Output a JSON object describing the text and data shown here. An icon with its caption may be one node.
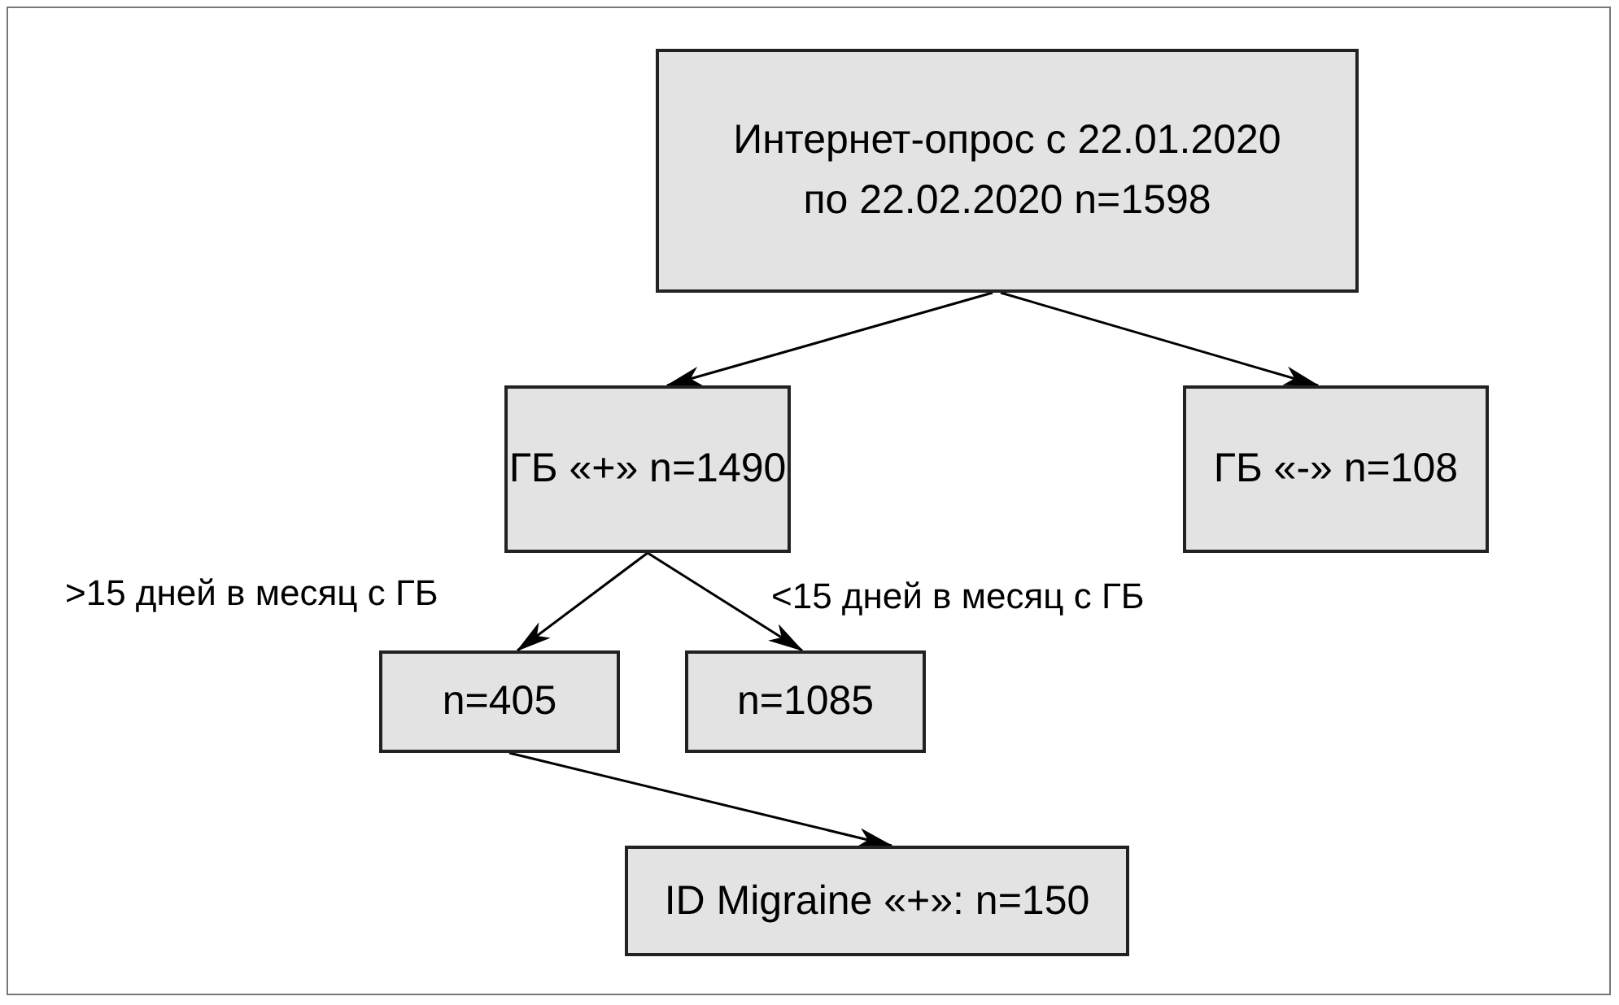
{
  "diagram": {
    "nodes": [
      {
        "text": [
          "Интернет-опрос с 22.01.2020 по 22.02.2020 n=1598"
        ]
      },
      {
        "text": [
          "ГБ «+» n=1490"
        ]
      },
      {
        "text": [
          "ГБ «-» n=108"
        ]
      },
      {
        "text": [
          "n=405"
        ]
      },
      {
        "text": [
          "n=1085"
        ]
      },
      {
        "text": [
          "ID Migraine «+»: n=150"
        ]
      }
    ],
    "edges": [
      {
        "from": 0,
        "to": 1,
        "arrow": "to"
      },
      {
        "from": 0,
        "to": 2,
        "arrow": "to"
      },
      {
        "from": 1,
        "to": 3,
        "arrow": "to",
        "label": ">15 дней в месяц с ГБ"
      },
      {
        "from": 1,
        "to": 4,
        "arrow": "to",
        "label": "<15 дней в месяц с ГБ"
      },
      {
        "from": 3,
        "to": 5,
        "arrow": "to"
      }
    ]
  }
}
